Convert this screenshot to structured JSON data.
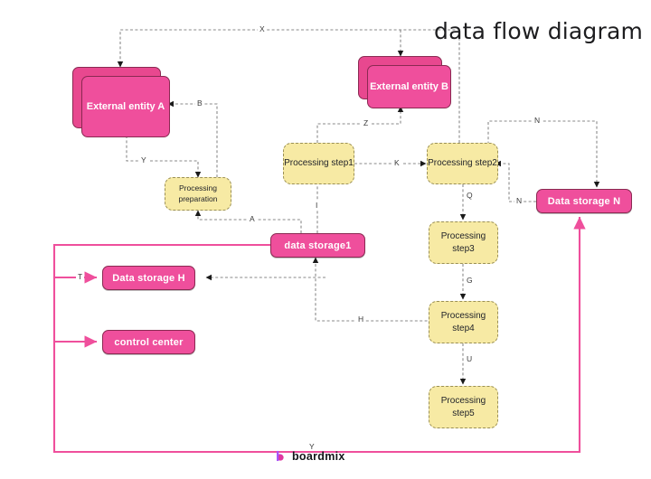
{
  "title": "data flow diagram",
  "brand": {
    "name": "boardmix",
    "icon": "boardmix-b-icon"
  },
  "colors": {
    "pink_fill": "#ef4f9c",
    "pink_stroke": "#8a2a52",
    "pink_line": "#ef4f9c",
    "yellow_fill": "#f7eaa4",
    "yellow_stroke": "#9a8f55",
    "dashed_line": "#8a8a8a",
    "text_dark": "#22242a"
  },
  "nodes": {
    "external_entity_a": {
      "label": "External entity A",
      "type": "external-entity"
    },
    "external_entity_b": {
      "label": "External entity B",
      "type": "external-entity"
    },
    "processing_preparation": {
      "label": "Processing preparation",
      "type": "process"
    },
    "processing_step1": {
      "label": "Processing step1",
      "type": "process"
    },
    "processing_step2": {
      "label": "Processing step2",
      "type": "process"
    },
    "processing_step3": {
      "label": "Processing step3",
      "type": "process"
    },
    "processing_step4": {
      "label": "Processing step4",
      "type": "process"
    },
    "processing_step5": {
      "label": "Processing step5",
      "type": "process"
    },
    "data_storage1": {
      "label": "data storage1",
      "type": "data-store"
    },
    "data_storage_h": {
      "label": "Data storage H",
      "type": "data-store"
    },
    "data_storage_n": {
      "label": "Data storage N",
      "type": "data-store"
    },
    "control_center": {
      "label": "control center",
      "type": "data-store"
    }
  },
  "edge_labels": {
    "x": "X",
    "b": "B",
    "y_left": "Y",
    "a": "A",
    "z": "Z",
    "k": "K",
    "n_top": "N",
    "n_side": "N",
    "q": "Q",
    "i": "I",
    "g": "G",
    "u": "U",
    "h": "H",
    "t": "T",
    "y_bottom": "Y"
  },
  "edges": [
    {
      "from": "processing_step2",
      "to": "external_entity_a",
      "label": "X",
      "style": "dashed"
    },
    {
      "from": "processing_preparation",
      "to": "external_entity_a",
      "label": "B",
      "style": "dashed"
    },
    {
      "from": "external_entity_a",
      "to": "processing_preparation",
      "label": "Y",
      "style": "dashed"
    },
    {
      "from": "data_storage1",
      "to": "processing_preparation",
      "label": "A",
      "style": "dashed"
    },
    {
      "from": "processing_step1",
      "to": "external_entity_b",
      "label": "Z",
      "style": "dashed"
    },
    {
      "from": "processing_step1",
      "to": "processing_step2",
      "label": "K",
      "style": "dashed"
    },
    {
      "from": "data_storage1",
      "to": "processing_step1",
      "label": "I",
      "style": "dashed"
    },
    {
      "from": "processing_step2",
      "to": "data_storage_n",
      "label": "N",
      "style": "dashed"
    },
    {
      "from": "data_storage_n",
      "to": "processing_step2",
      "label": "N",
      "style": "dashed"
    },
    {
      "from": "processing_step2",
      "to": "processing_step3",
      "label": "Q",
      "style": "dashed"
    },
    {
      "from": "processing_step3",
      "to": "processing_step4",
      "label": "G",
      "style": "dashed"
    },
    {
      "from": "processing_step4",
      "to": "processing_step5",
      "label": "U",
      "style": "dashed"
    },
    {
      "from": "processing_step4",
      "to": "data_storage_h",
      "label": "H",
      "style": "dashed"
    },
    {
      "from": "trunk",
      "to": "data_storage_h",
      "label": "T",
      "style": "solid-pink"
    },
    {
      "from": "trunk",
      "to": "control_center",
      "label": "",
      "style": "solid-pink"
    },
    {
      "from": "data_storage1",
      "to": "trunk",
      "label": "",
      "style": "solid-pink"
    },
    {
      "from": "trunk",
      "to": "data_storage_n",
      "label": "Y",
      "style": "solid-pink"
    }
  ]
}
